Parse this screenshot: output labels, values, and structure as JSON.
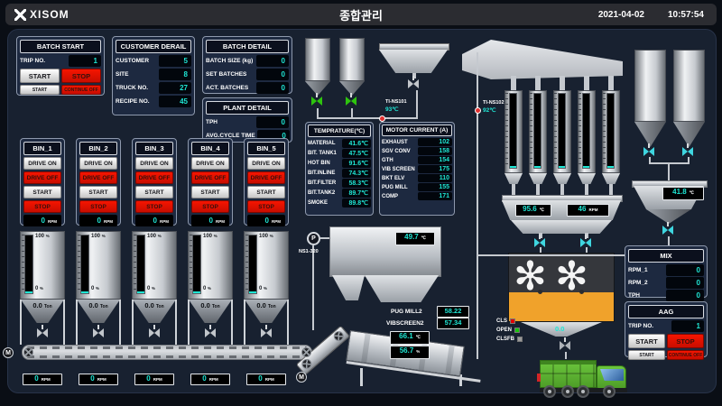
{
  "topbar": {
    "logo": "XISOM",
    "title": "종합관리",
    "date": "2021-04-02",
    "time": "10:57:54"
  },
  "units": {
    "rpm": "RPM",
    "ton": "Ton",
    "pct": "%",
    "celsius": "℃"
  },
  "batch_start": {
    "title": "BATCH START",
    "trip_label": "TRIP NO.",
    "trip_value": "1",
    "start": "START",
    "stop": "STOP",
    "start_small": "START",
    "continue_off": "CONTINUE OFF"
  },
  "customer_detail": {
    "title": "CUSTOMER DERAIL",
    "rows": [
      {
        "label": "CUSTOMER",
        "value": "5"
      },
      {
        "label": "SITE",
        "value": "8"
      },
      {
        "label": "TRUCK NO.",
        "value": "27"
      },
      {
        "label": "RECIPE NO.",
        "value": "45"
      }
    ]
  },
  "batch_detail": {
    "title": "BATCH DETAIL",
    "rows": [
      {
        "label": "BATCH SIZE (kg)",
        "value": "0"
      },
      {
        "label": "SET BATCHES",
        "value": "0"
      },
      {
        "label": "ACT. BATCHES",
        "value": "0"
      }
    ]
  },
  "plant_detail": {
    "title": "PLANT DETAIL",
    "rows": [
      {
        "label": "TPH",
        "value": "0"
      },
      {
        "label": "AVG.CYCLE TIME",
        "value": "0"
      }
    ]
  },
  "temperature": {
    "title": "TEMPRATURE(℃)",
    "rows": [
      {
        "label": "MATERIAL",
        "value": "41.6℃"
      },
      {
        "label": "BIT. TANK1",
        "value": "47.5℃"
      },
      {
        "label": "HOT BIN",
        "value": "91.6℃"
      },
      {
        "label": "BIT.INLINE",
        "value": "74.3℃"
      },
      {
        "label": "BIT.FILTER",
        "value": "58.3℃"
      },
      {
        "label": "BIT.TANK2",
        "value": "89.7℃"
      },
      {
        "label": "SMOKE",
        "value": "89.8℃"
      }
    ]
  },
  "motor_current": {
    "title": "MOTOR CURRENT (A)",
    "rows": [
      {
        "label": "EXHAUST",
        "value": "102"
      },
      {
        "label": "SGV CONV",
        "value": "158"
      },
      {
        "label": "GTH",
        "value": "154"
      },
      {
        "label": "VIB SCREEN",
        "value": "175"
      },
      {
        "label": "BKT ELV",
        "value": "110"
      },
      {
        "label": "PUG MILL",
        "value": "155"
      },
      {
        "label": "COMP",
        "value": "171"
      }
    ]
  },
  "bins": {
    "buttons": [
      "DRIVE ON",
      "DRIVE OFF",
      "START",
      "STOP"
    ],
    "panels": [
      {
        "name": "BIN_1",
        "rpm": "0"
      },
      {
        "name": "BIN_2",
        "rpm": "0"
      },
      {
        "name": "BIN_3",
        "rpm": "0"
      },
      {
        "name": "BIN_4",
        "rpm": "0"
      },
      {
        "name": "BIN_5",
        "rpm": "0"
      }
    ],
    "gauge_top": "100",
    "gauge_bottom": "0",
    "ton": "0.0",
    "conveyor_rpm": [
      "0",
      "0",
      "0",
      "0",
      "0"
    ]
  },
  "plant": {
    "ti_ns101": {
      "label": "TI-NS101",
      "value": "93℃"
    },
    "ti_ns102": {
      "label": "TI-NS102",
      "value": "92℃"
    },
    "pump": {
      "label": "NS1-320",
      "letter": "P"
    },
    "motor_letter": "M",
    "hopper_temp": "49.7",
    "pug_mill2": {
      "label": "PUG MILL2",
      "value": "58.22"
    },
    "vibscreen2": {
      "label": "VIBSCREEN2",
      "value": "57.34"
    },
    "drum_temp": "66.1",
    "drum_moist": "56.7",
    "weigh_temp": "95.6",
    "weigh_rpm": "46",
    "agg_temp": "41.8",
    "mixer_discharge": "0.0"
  },
  "legend": {
    "items": [
      {
        "label": "CLS",
        "color": "#e00000"
      },
      {
        "label": "OPEN",
        "color": "#17c40c"
      },
      {
        "label": "CLSFB",
        "color": "#9a9a9a"
      }
    ]
  },
  "mix": {
    "title": "MIX",
    "rows": [
      {
        "label": "RPM_1",
        "value": "0"
      },
      {
        "label": "RPM_2",
        "value": "0"
      },
      {
        "label": "TPH",
        "value": "0"
      }
    ]
  },
  "aag": {
    "title": "AAG",
    "trip_label": "TRIP NO.",
    "trip_value": "1",
    "start": "START",
    "stop": "STOP",
    "start_small": "START",
    "continue_off": "CONTINUE OFF"
  },
  "colors": {
    "cyan": "#1fe6d4",
    "red": "#e60000",
    "green": "#2ec40e",
    "valve_cyan": "#3fd6e0",
    "orange": "#f0a22b",
    "truck_green": "#5cb232"
  }
}
